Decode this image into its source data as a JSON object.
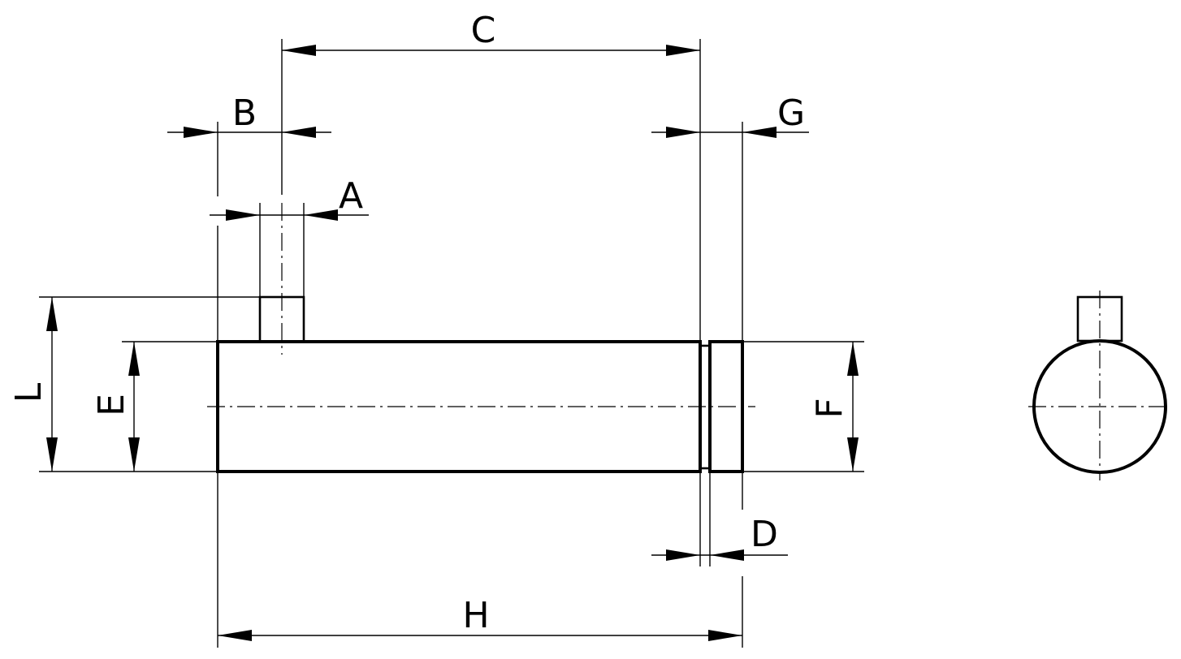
{
  "dimensions": {
    "a": "A",
    "b": "B",
    "c": "C",
    "d": "D",
    "e": "E",
    "f": "F",
    "g": "G",
    "h": "H",
    "l": "L"
  }
}
